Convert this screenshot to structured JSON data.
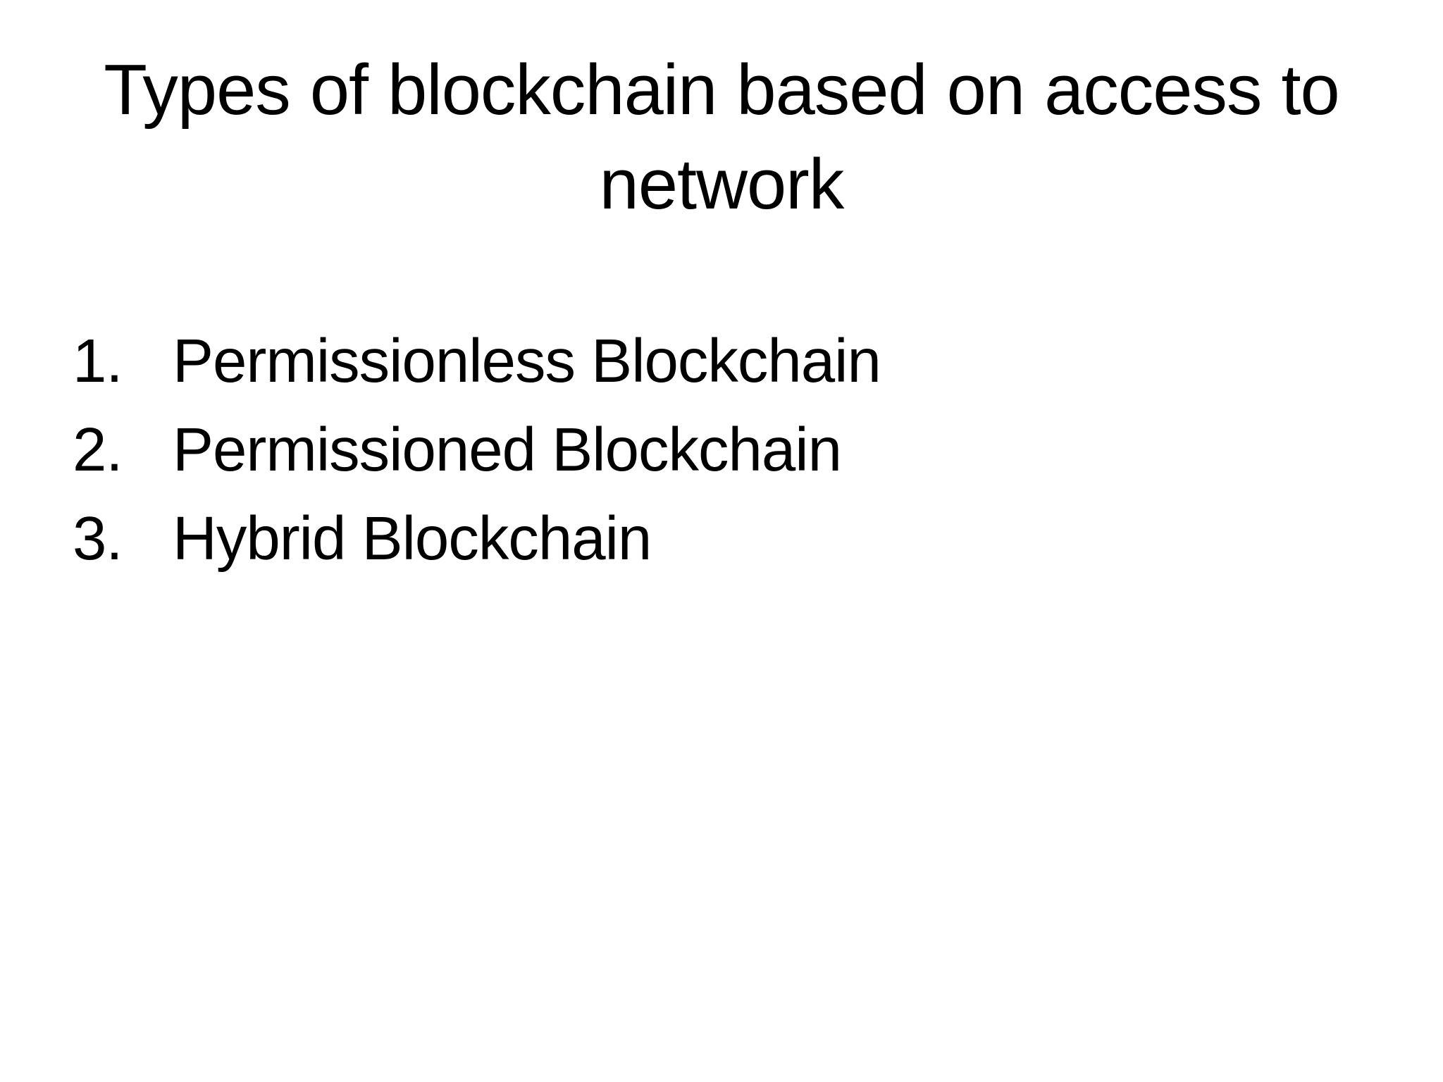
{
  "slide": {
    "title": "Types of blockchain based on access to network",
    "list": {
      "items": [
        {
          "number": "1.",
          "label": "Permissionless Blockchain"
        },
        {
          "number": "2.",
          "label": "Permissioned Blockchain"
        },
        {
          "number": "3.",
          "label": "Hybrid Blockchain"
        }
      ]
    },
    "colors": {
      "background": "#ffffff",
      "text": "#000000"
    }
  }
}
